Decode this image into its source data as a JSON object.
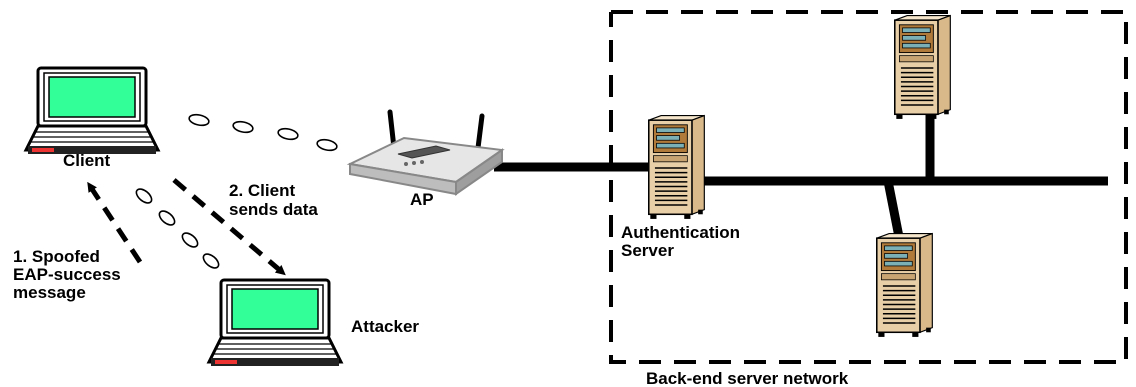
{
  "labels": {
    "client": "Client",
    "attacker": "Attacker",
    "ap": "AP",
    "auth_server_line1": "Authentication",
    "auth_server_line2": "Server",
    "backend_network": "Back-end server network",
    "step1_line1": "1. Spoofed",
    "step1_line2": "EAP-success",
    "step1_line3": "message",
    "step2_line1": "2. Client",
    "step2_line2": "sends data"
  },
  "icons": {
    "client": "laptop-icon",
    "attacker": "laptop-icon",
    "ap": "wireless-router-icon",
    "servers": "server-tower-icon"
  },
  "colors": {
    "screen": "#33ff99",
    "server_body": "#e8cfa8",
    "server_panel": "#b07a3a"
  }
}
